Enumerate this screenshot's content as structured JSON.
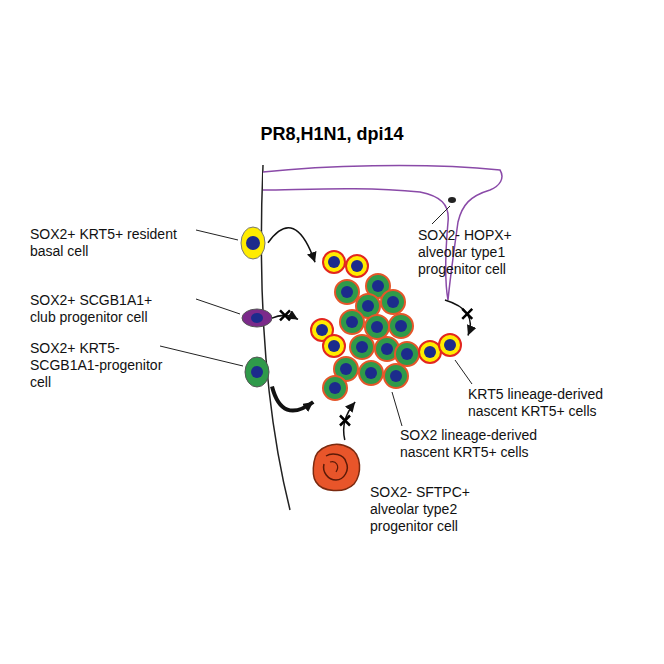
{
  "diagram": {
    "title": "PR8,H1N1, dpi14",
    "nodes": [
      {
        "text": [
          "SOX2+ KRT5+ resident basal cell"
        ]
      },
      {
        "text": [
          "SOX2+ SCGB1A1+ club progenitor cell"
        ]
      },
      {
        "text": [
          "SOX2+ KRT5- SCGB1A1-progenitor cell"
        ]
      },
      {
        "text": [
          "SOX2- HOPX+ alveolar type1 progenitor cell"
        ]
      },
      {
        "text": [
          "SOX2- SFTPC+ alveolar type2 progenitor cell"
        ]
      },
      {
        "text": [
          "KRT5 lineage-derived nascent KRT5+ cells"
        ]
      },
      {
        "text": [
          "SOX2 lineage-derived nascent KRT5+ cells"
        ]
      }
    ],
    "edges": [
      {
        "from": 0,
        "to": 5,
        "arrow": "to"
      },
      {
        "from": 1,
        "to": 6,
        "arrow": "to"
      },
      {
        "from": 2,
        "to": 6,
        "arrow": "to"
      },
      {
        "from": 3,
        "to": 5,
        "arrow": "to"
      },
      {
        "from": 4,
        "to": 6,
        "arrow": "to"
      }
    ]
  }
}
